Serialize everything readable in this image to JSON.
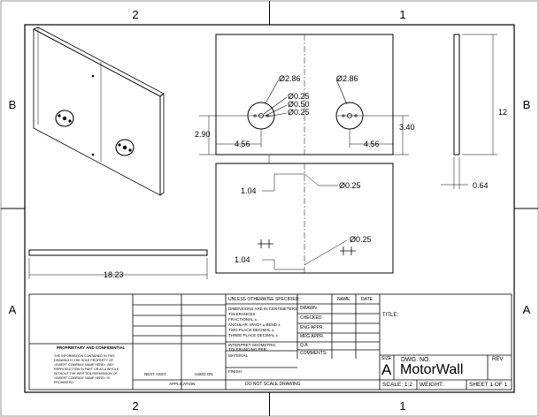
{
  "zones": {
    "top": [
      "2",
      "1"
    ],
    "bottom": [
      "2",
      "1"
    ],
    "left": [
      "B",
      "A"
    ],
    "right": [
      "B",
      "A"
    ]
  },
  "dimensions": {
    "hole_dia_large_left": "Ø2.86",
    "hole_dia_small_1": "Ø0.25",
    "hole_dia_mid": "Ø0.50",
    "hole_dia_small_2": "Ø0.25",
    "hole_dia_large_right": "Ø2.86",
    "left_vertical": "2.90",
    "left_horizontal": "4.56",
    "right_vertical": "3.40",
    "right_horizontal": "4.56",
    "height": "12",
    "thickness": "0.64",
    "lower_top_offset": "1.04",
    "lower_hole_dia_top": "Ø0.25",
    "lower_hole_dia_bottom": "Ø0.25",
    "lower_bottom_offset": "1.04",
    "width": "18.23"
  },
  "title_block": {
    "unless_specified": "UNLESS OTHERWISE SPECIFIED:",
    "col_name": "NAME",
    "col_date": "DATE",
    "dims_line1": "DIMENSIONS ARE IN CENTIMETERS",
    "dims_line2": "TOLERANCES:",
    "dims_line3": "FRACTIONAL ±",
    "dims_line4": "ANGULAR: MACH ±     BEND ±",
    "dims_line5": "TWO PLACE DECIMAL    ±",
    "dims_line6": "THREE PLACE DECIMAL  ±",
    "interpret": "INTERPRET GEOMETRIC",
    "tolerancing": "TOLERANCING PER:",
    "material": "MATERIAL",
    "finish": "FINISH",
    "do_not_scale": "DO NOT SCALE DRAWING",
    "drawn": "DRAWN",
    "checked": "CHECKED",
    "eng_appr": "ENG APPR.",
    "mfg_appr": "MFG APPR.",
    "qa": "Q.A.",
    "comments": "COMMENTS:",
    "title_label": "TITLE:",
    "size_label": "SIZE",
    "size_value": "A",
    "dwg_no_label": "DWG.  NO.",
    "dwg_no_value": "MotorWall",
    "rev_label": "REV",
    "scale": "SCALE: 1:2",
    "weight": "WEIGHT:",
    "sheet": "SHEET 1 OF 1",
    "next_assy": "NEXT ASSY",
    "used_on": "USED ON",
    "application": "APPLICATION",
    "proprietary_title": "PROPRIETARY AND CONFIDENTIAL",
    "proprietary_lines": [
      "THE INFORMATION CONTAINED IN THIS",
      "DRAWING IS THE SOLE PROPERTY OF",
      "<INSERT COMPANY NAME HERE>.  ANY",
      "REPRODUCTION IN PART OR AS A WHOLE",
      "WITHOUT THE WRITTEN PERMISSION OF",
      "<INSERT COMPANY NAME HERE> IS",
      "PROHIBITED."
    ]
  }
}
